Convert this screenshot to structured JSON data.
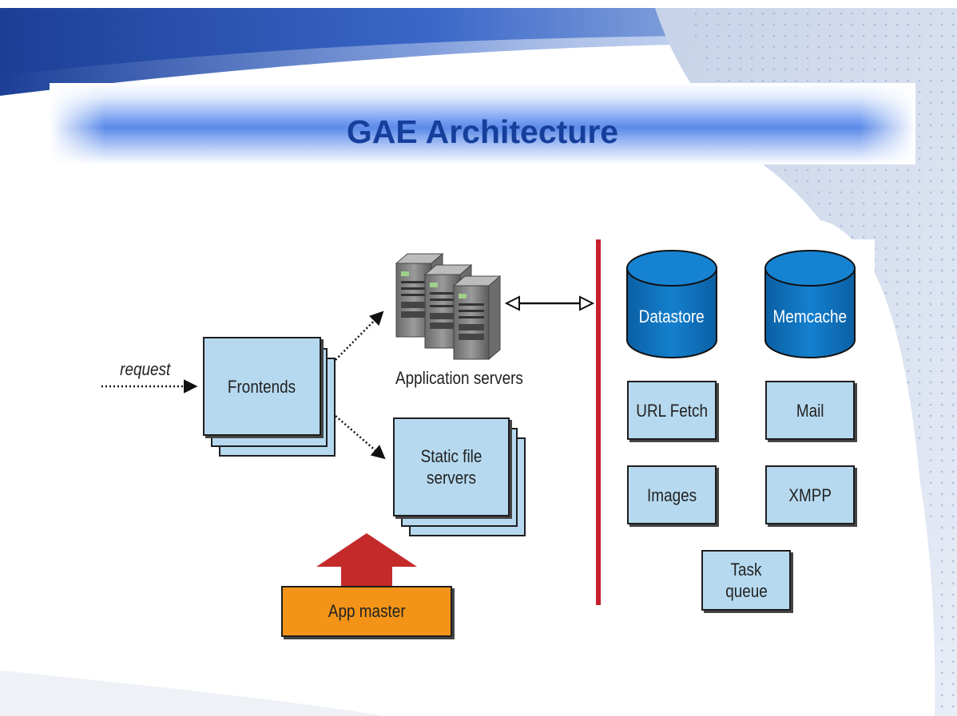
{
  "slide": {
    "title": "GAE Architecture"
  },
  "diagram": {
    "request_label": "request",
    "frontends_label": "Frontends",
    "app_servers_label": "Application servers",
    "static_label": "Static file servers",
    "app_master_label": "App master",
    "services": {
      "datastore": "Datastore",
      "memcache": "Memcache",
      "url_fetch": "URL Fetch",
      "mail": "Mail",
      "images": "Images",
      "xmpp": "XMPP",
      "task_queue": "Task queue"
    }
  },
  "colors": {
    "title_text": "#163f9c",
    "box_fill": "#b6d9ef",
    "cylinder_fill": "#0f76c3",
    "divider": "#c8202a",
    "app_master_fill": "#f39418",
    "up_arrow": "#c42a2a"
  }
}
